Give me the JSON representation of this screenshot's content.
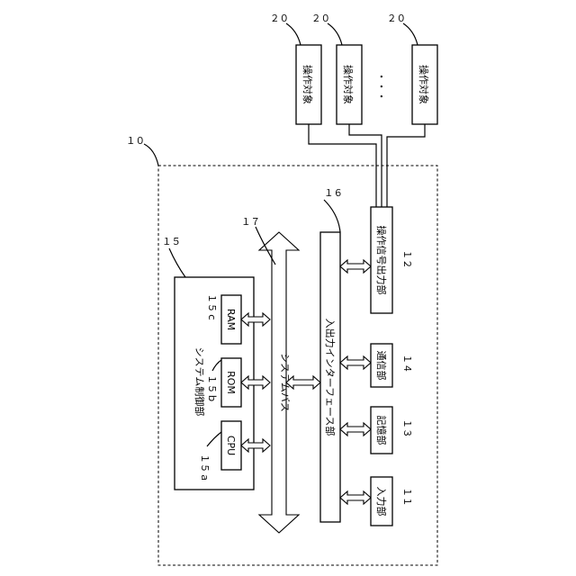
{
  "blocks": {
    "input_unit": "入力部",
    "storage_unit": "記憶部",
    "comm_unit": "通信部",
    "op_signal_output": "操作信号出力部",
    "io_interface": "入出力インターフェース部",
    "system_bus": "システムバス",
    "system_control": "システム制御部",
    "cpu": "CPU",
    "rom": "ROM",
    "ram": "RAM",
    "operation_target": "操作対象",
    "ellipsis": "・・・"
  },
  "refs": {
    "device": "１０",
    "input_unit": "１１",
    "op_signal_output": "１２",
    "storage_unit": "１３",
    "comm_unit": "１４",
    "system_control": "１５",
    "cpu": "１５ａ",
    "rom": "１５ｂ",
    "ram": "１５ｃ",
    "io_interface": "１６",
    "system_bus": "１７",
    "target_1": "２０",
    "target_2": "２０",
    "target_3": "２０"
  }
}
